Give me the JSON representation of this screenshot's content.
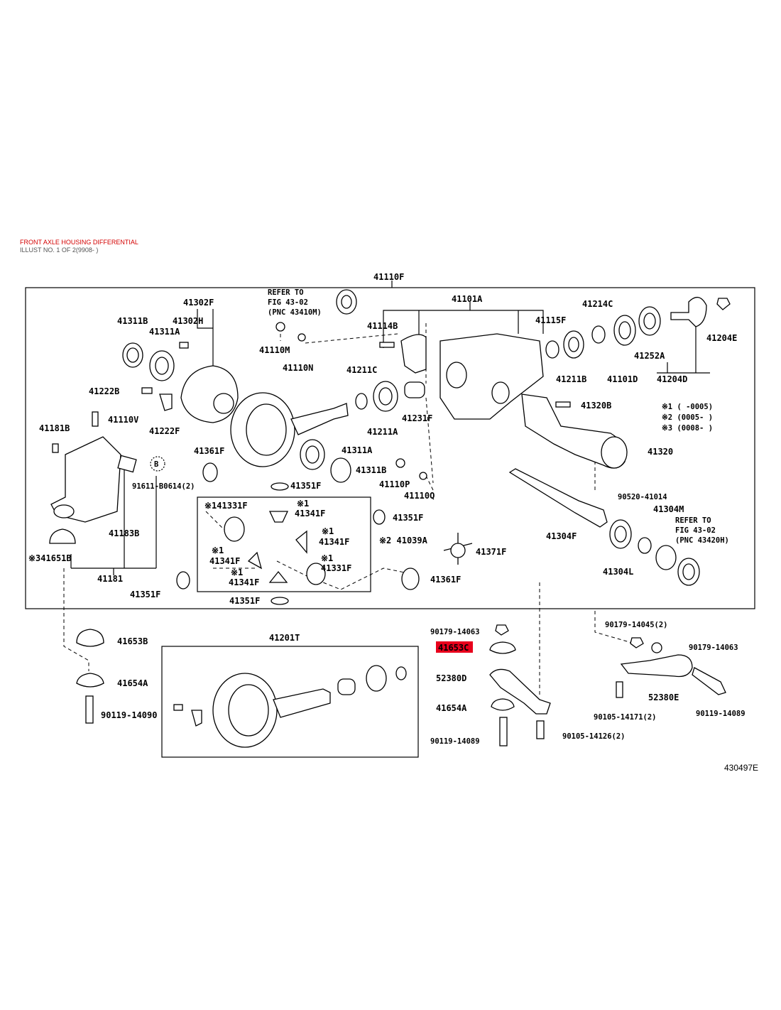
{
  "header": {
    "title": "FRONT AXLE HOUSING DIFFERENTIAL",
    "subtitle": "ILLUST NO. 1 OF 2(9908- )"
  },
  "highlight_color": "#e8001c",
  "title_color": "#d40000",
  "labels": {
    "l41110F": "41110F",
    "l41302F": "41302F",
    "l41302H": "41302H",
    "l41311B": "41311B",
    "l41311A": "41311A",
    "l41222B": "41222B",
    "l41222F": "41222F",
    "l41110V": "41110V",
    "l41181B": "41181B",
    "l41183B": "41183B",
    "l41181": "41181",
    "l41651B": "※341651B",
    "l91611": "91611-B0614(2)",
    "lB": "B",
    "l41361F_a": "41361F",
    "l41351F_a": "41351F",
    "l41331F_a": "※141331F",
    "l41341F_a1": "※1",
    "l41341F_a": "41341F",
    "l41341F_b1": "※1",
    "l41341F_b": "41341F",
    "l41341F_c1": "※1",
    "l41341F_c": "41341F",
    "l41341F_d1": "※1",
    "l41341F_d": "41341F",
    "l41331F_b1": "※1",
    "l41331F_b": "41331F",
    "l41351F_b": "41351F",
    "l41351F_c": "41351F",
    "l41351F_d": "41351F",
    "l41039A": "※2 41039A",
    "l41371F": "41371F",
    "l41361F_b": "41361F",
    "refer1_a": "REFER TO",
    "refer1_b": "FIG 43-02",
    "refer1_c": "(PNC 43410M)",
    "l41110M": "41110M",
    "l41110N": "41110N",
    "l41114B": "41114B",
    "l41211C": "41211C",
    "l41211A": "41211A",
    "l41231F": "41231F",
    "l41311A_b": "41311A",
    "l41311B_b": "41311B",
    "l41110P": "41110P",
    "l41110Q": "41110Q",
    "l41101A": "41101A",
    "l41115F": "41115F",
    "l41211B": "41211B",
    "l41214C": "41214C",
    "l41101D": "41101D",
    "l41252A": "41252A",
    "l41204D": "41204D",
    "l41204E": "41204E",
    "l41320B": "41320B",
    "l41320": "41320",
    "note1": "※1 (     -0005)",
    "note2": "※2 (0005-     )",
    "note3": "※3 (0008-     )",
    "l90520": "90520-41014",
    "l41304M": "41304M",
    "refer2_a": "REFER TO",
    "refer2_b": "FIG 43-02",
    "refer2_c": "(PNC 43420H)",
    "l41304F": "41304F",
    "l41304L": "41304L",
    "l41653B": "41653B",
    "l41654A": "41654A",
    "l90119_14090": "90119-14090",
    "l41201T": "41201T",
    "l90179_14063_a": "90179-14063",
    "l41653C": "41653C",
    "l52380D": "52380D",
    "l41654A_b": "41654A",
    "l90119_14089_a": "90119-14089",
    "l90105_14126": "90105-14126(2)",
    "l90179_14045": "90179-14045(2)",
    "l90179_14063_b": "90179-14063",
    "l52380E": "52380E",
    "l90105_14171": "90105-14171(2)",
    "l90119_14089_b": "90119-14089"
  },
  "illustration_code": "430497E"
}
